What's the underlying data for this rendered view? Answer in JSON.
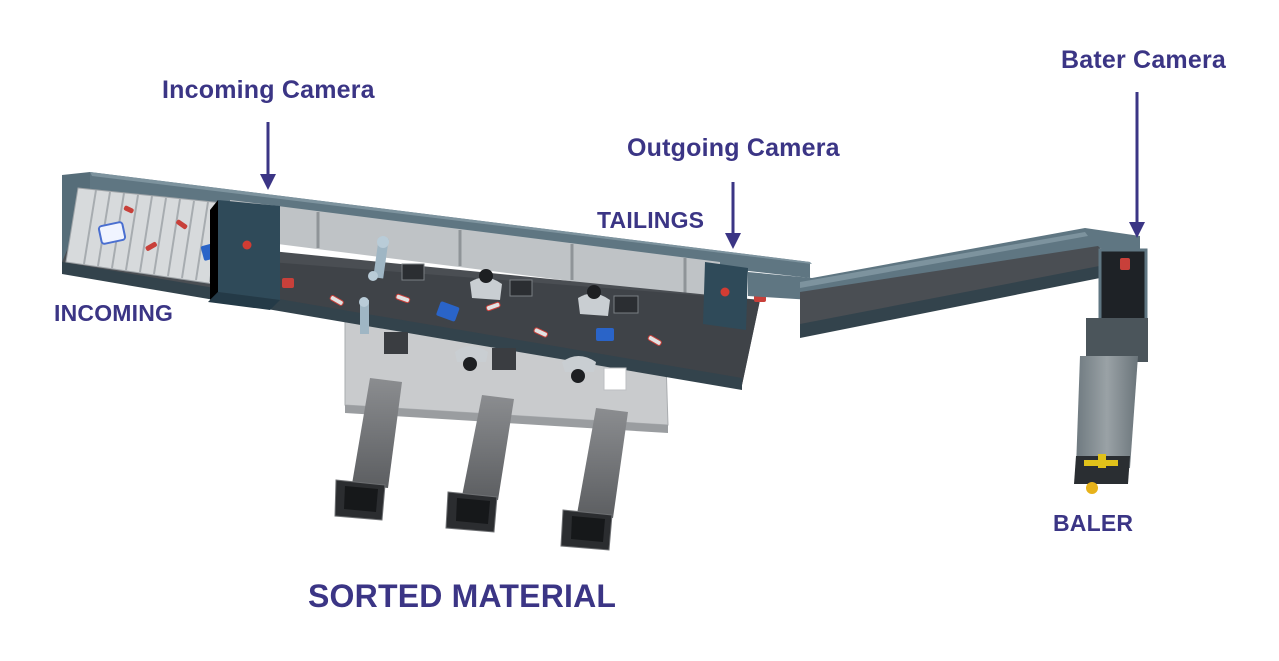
{
  "labels": {
    "incoming_camera": "Incoming Camera",
    "outgoing_camera": "Outgoing Camera",
    "bater_camera": "Bater Camera",
    "tailings": "TAILINGS",
    "incoming": "INCOMING",
    "baler": "BALER",
    "sorted_material": "SORTED MATERIAL"
  },
  "colors": {
    "label_text": "#3b3585",
    "arrow": "#3b3585",
    "conveyor_frame": "#4f6672",
    "belt": "#474b50",
    "camera_box": "#2f4a59",
    "bin": "#1f2124",
    "bottle_red": "#c8403a",
    "item_blue": "#2a64c8"
  }
}
